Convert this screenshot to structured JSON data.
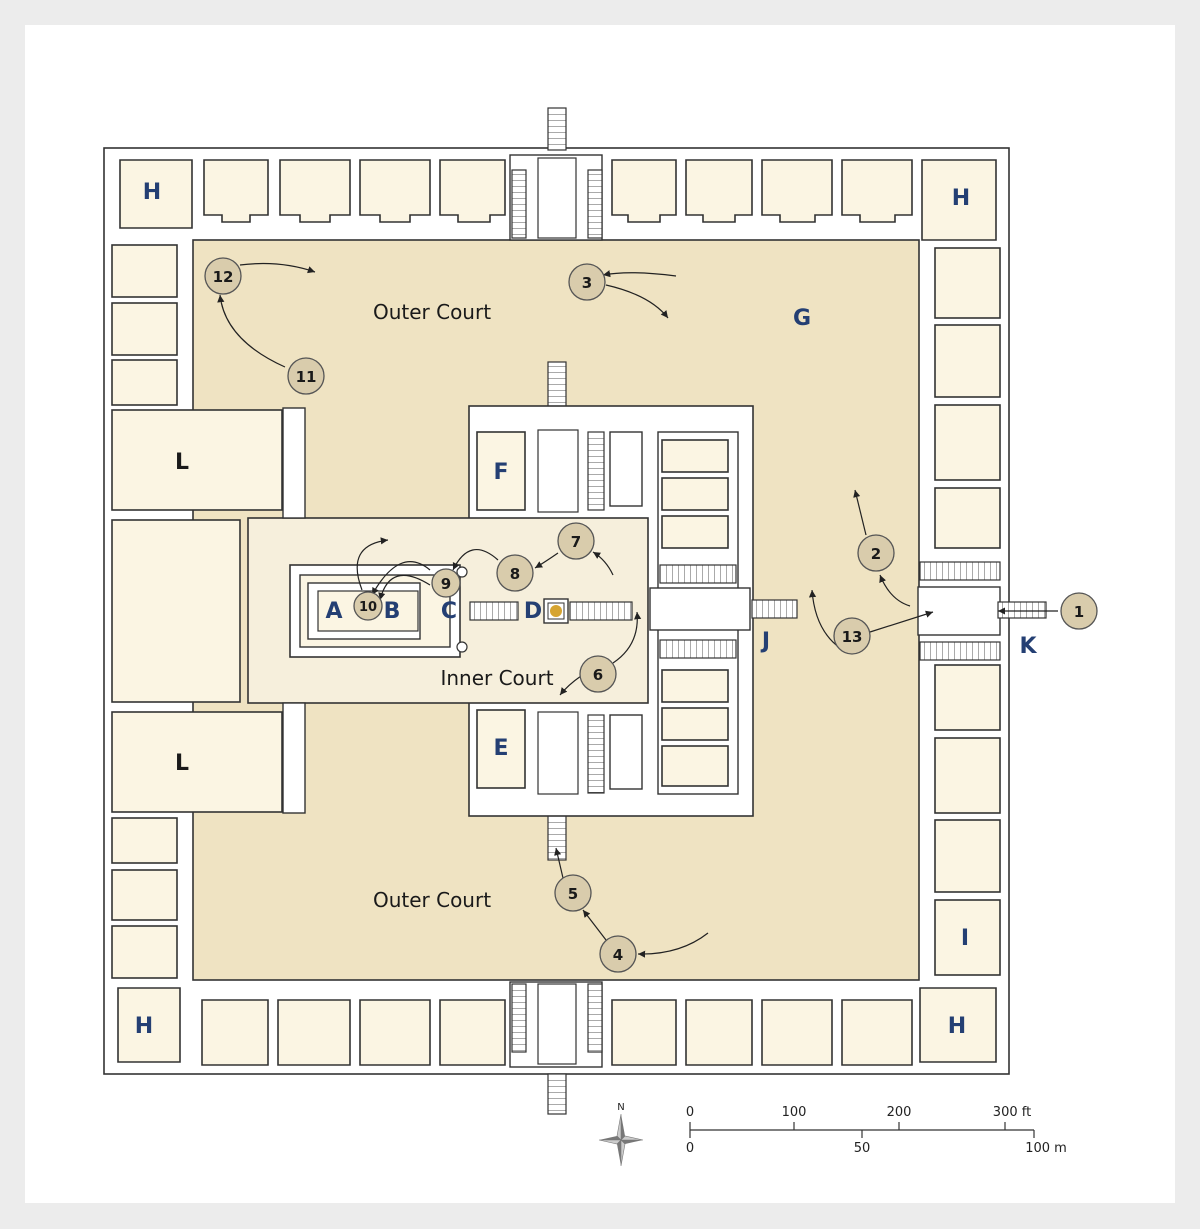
{
  "map": {
    "courts": {
      "outer_top": "Outer Court",
      "outer_bottom": "Outer Court",
      "inner": "Inner Court"
    },
    "labels": {
      "A": "A",
      "B": "B",
      "C": "C",
      "D": "D",
      "E": "E",
      "F": "F",
      "G": "G",
      "H": "H",
      "I": "I",
      "J": "J",
      "K": "K",
      "L": "L"
    },
    "markers": [
      "1",
      "2",
      "3",
      "4",
      "5",
      "6",
      "7",
      "8",
      "9",
      "10",
      "11",
      "12",
      "13"
    ],
    "compass": {
      "letter": "N",
      "icon": "compass-rose-icon"
    },
    "scale": {
      "feet_ticks": [
        "0",
        "100",
        "200",
        "300 ft"
      ],
      "meter_ticks": [
        "0",
        "50",
        "100 m"
      ]
    },
    "colors": {
      "outer_court": "#efe3c2",
      "inner_court": "#f6efdc",
      "rooms": "#fbf5e3",
      "label_blue": "#243f73",
      "altar": "#d6a431",
      "marker": "#d9ccac"
    }
  }
}
